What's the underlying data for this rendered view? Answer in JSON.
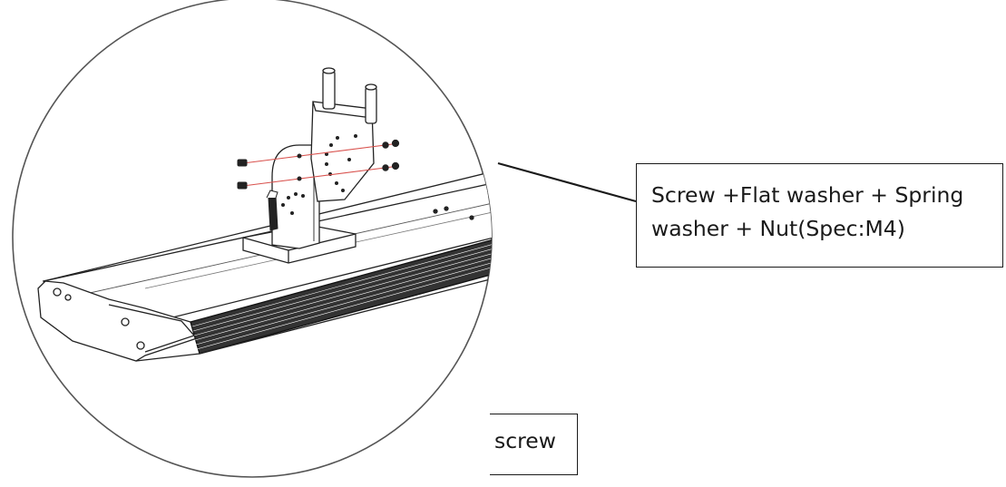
{
  "callouts": {
    "fasteners": {
      "line1": "Screw +Flat washer + Spring",
      "line2": "washer + Nut(Spec:M4)"
    },
    "screw": "screw"
  },
  "colors": {
    "line": "#1a1a1a",
    "screw_axis": "#d9534f",
    "background": "#ffffff"
  },
  "icons": {
    "fixture": "led-linear-high-bay-fixture",
    "bracket": "mounting-bracket",
    "fasteners": "screw-washer-nut-assembly"
  }
}
